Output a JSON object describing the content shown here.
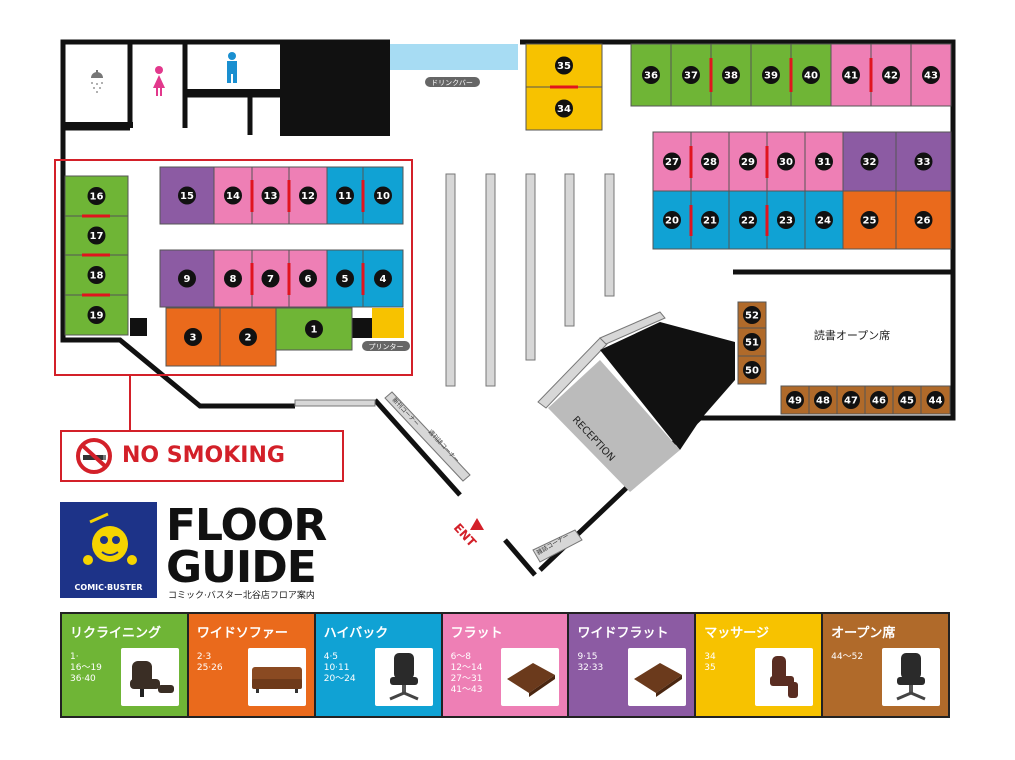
{
  "labels": {
    "drink_bar": "ドリンクバー",
    "printer": "プリンター",
    "reading_area": "読書オープン席",
    "reception": "RECEPTION",
    "entrance": "ENT",
    "corner_1": "新刊コーナー",
    "corner_2": "週刊誌コーナー",
    "corner_3": "雑誌コーナー"
  },
  "no_smoking": "NO SMOKING",
  "brand": {
    "logo_text": "COMIC·BUSTER",
    "title_line1": "FLOOR",
    "title_line2": "GUIDE",
    "subtitle": "コミック·バスター北谷店フロア案内"
  },
  "colors": {
    "recliner": "#6fb536",
    "wide_sofa": "#ea6a1c",
    "high_back": "#10a2d4",
    "flat": "#ee7fb5",
    "wide_flat": "#8c5ba3",
    "massage": "#f7c200",
    "open": "#b06a2a"
  },
  "seats": [
    {
      "n": "36",
      "t": "recliner"
    },
    {
      "n": "37",
      "t": "recliner"
    },
    {
      "n": "38",
      "t": "recliner"
    },
    {
      "n": "39",
      "t": "recliner"
    },
    {
      "n": "40",
      "t": "recliner"
    },
    {
      "n": "41",
      "t": "flat"
    },
    {
      "n": "42",
      "t": "flat"
    },
    {
      "n": "43",
      "t": "flat"
    },
    {
      "n": "35",
      "t": "massage"
    },
    {
      "n": "34",
      "t": "massage"
    },
    {
      "n": "27",
      "t": "flat"
    },
    {
      "n": "28",
      "t": "flat"
    },
    {
      "n": "29",
      "t": "flat"
    },
    {
      "n": "30",
      "t": "flat"
    },
    {
      "n": "31",
      "t": "flat"
    },
    {
      "n": "32",
      "t": "wide_flat"
    },
    {
      "n": "33",
      "t": "wide_flat"
    },
    {
      "n": "20",
      "t": "high_back"
    },
    {
      "n": "21",
      "t": "high_back"
    },
    {
      "n": "22",
      "t": "high_back"
    },
    {
      "n": "23",
      "t": "high_back"
    },
    {
      "n": "24",
      "t": "high_back"
    },
    {
      "n": "25",
      "t": "wide_sofa"
    },
    {
      "n": "26",
      "t": "wide_sofa"
    },
    {
      "n": "16",
      "t": "recliner"
    },
    {
      "n": "17",
      "t": "recliner"
    },
    {
      "n": "18",
      "t": "recliner"
    },
    {
      "n": "19",
      "t": "recliner"
    },
    {
      "n": "15",
      "t": "wide_flat"
    },
    {
      "n": "14",
      "t": "flat"
    },
    {
      "n": "13",
      "t": "flat"
    },
    {
      "n": "12",
      "t": "flat"
    },
    {
      "n": "11",
      "t": "high_back"
    },
    {
      "n": "10",
      "t": "high_back"
    },
    {
      "n": "9",
      "t": "wide_flat"
    },
    {
      "n": "8",
      "t": "flat"
    },
    {
      "n": "7",
      "t": "flat"
    },
    {
      "n": "6",
      "t": "flat"
    },
    {
      "n": "5",
      "t": "high_back"
    },
    {
      "n": "4",
      "t": "high_back"
    },
    {
      "n": "3",
      "t": "wide_sofa"
    },
    {
      "n": "2",
      "t": "wide_sofa"
    },
    {
      "n": "1",
      "t": "recliner"
    },
    {
      "n": "52",
      "t": "open"
    },
    {
      "n": "51",
      "t": "open"
    },
    {
      "n": "50",
      "t": "open"
    },
    {
      "n": "49",
      "t": "open"
    },
    {
      "n": "48",
      "t": "open"
    },
    {
      "n": "47",
      "t": "open"
    },
    {
      "n": "46",
      "t": "open"
    },
    {
      "n": "45",
      "t": "open"
    },
    {
      "n": "44",
      "t": "open"
    }
  ],
  "legend": [
    {
      "key": "recliner",
      "title": "リクライニング",
      "seats": "1·\n16～19\n36·40",
      "icon": "recliner-chair-icon"
    },
    {
      "key": "wide_sofa",
      "title": "ワイドソファー",
      "seats": "2·3\n25·26",
      "icon": "sofa-icon"
    },
    {
      "key": "high_back",
      "title": "ハイバック",
      "seats": "4·5\n10·11\n20～24",
      "icon": "office-chair-icon"
    },
    {
      "key": "flat",
      "title": "フラット",
      "seats": "6～8\n12～14\n27～31\n41～43",
      "icon": "flat-mat-icon"
    },
    {
      "key": "wide_flat",
      "title": "ワイドフラット",
      "seats": "9·15\n32·33",
      "icon": "flat-mat-icon"
    },
    {
      "key": "massage",
      "title": "マッサージ",
      "seats": "34\n35",
      "icon": "massage-chair-icon"
    },
    {
      "key": "open",
      "title": "オープン席",
      "seats": "44～52",
      "icon": "office-chair-icon"
    }
  ]
}
